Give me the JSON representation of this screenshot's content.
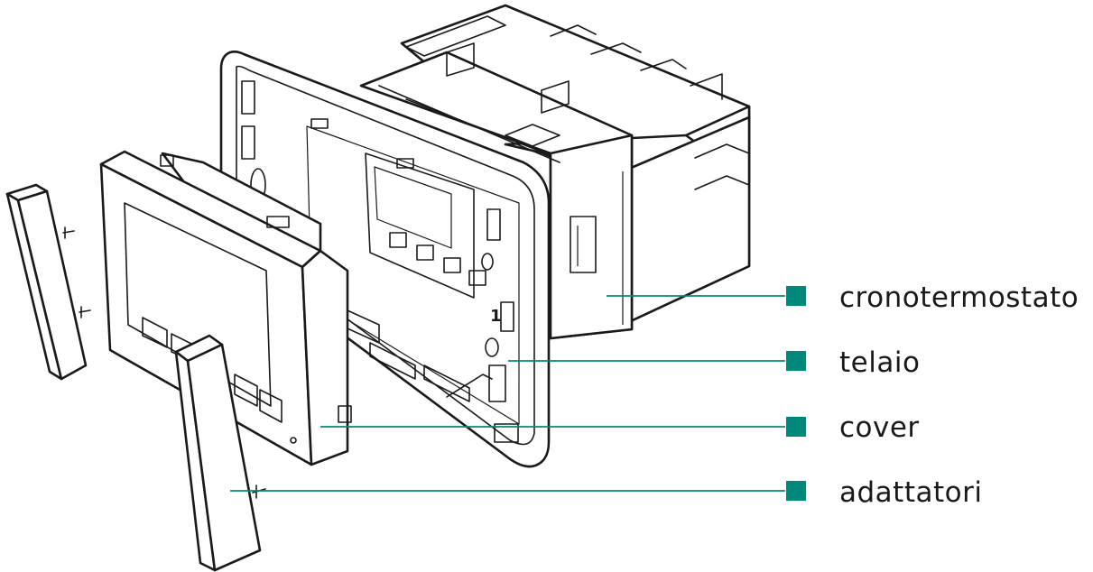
{
  "colors": {
    "accent": "#00897b",
    "line": "#1a1a1a",
    "background": "#ffffff"
  },
  "frame_number": "1",
  "labels": [
    {
      "id": "cronotermostato",
      "text": "cronotermostato"
    },
    {
      "id": "telaio",
      "text": "telaio"
    },
    {
      "id": "cover",
      "text": "cover"
    },
    {
      "id": "adattatori",
      "text": "adattatori"
    }
  ]
}
